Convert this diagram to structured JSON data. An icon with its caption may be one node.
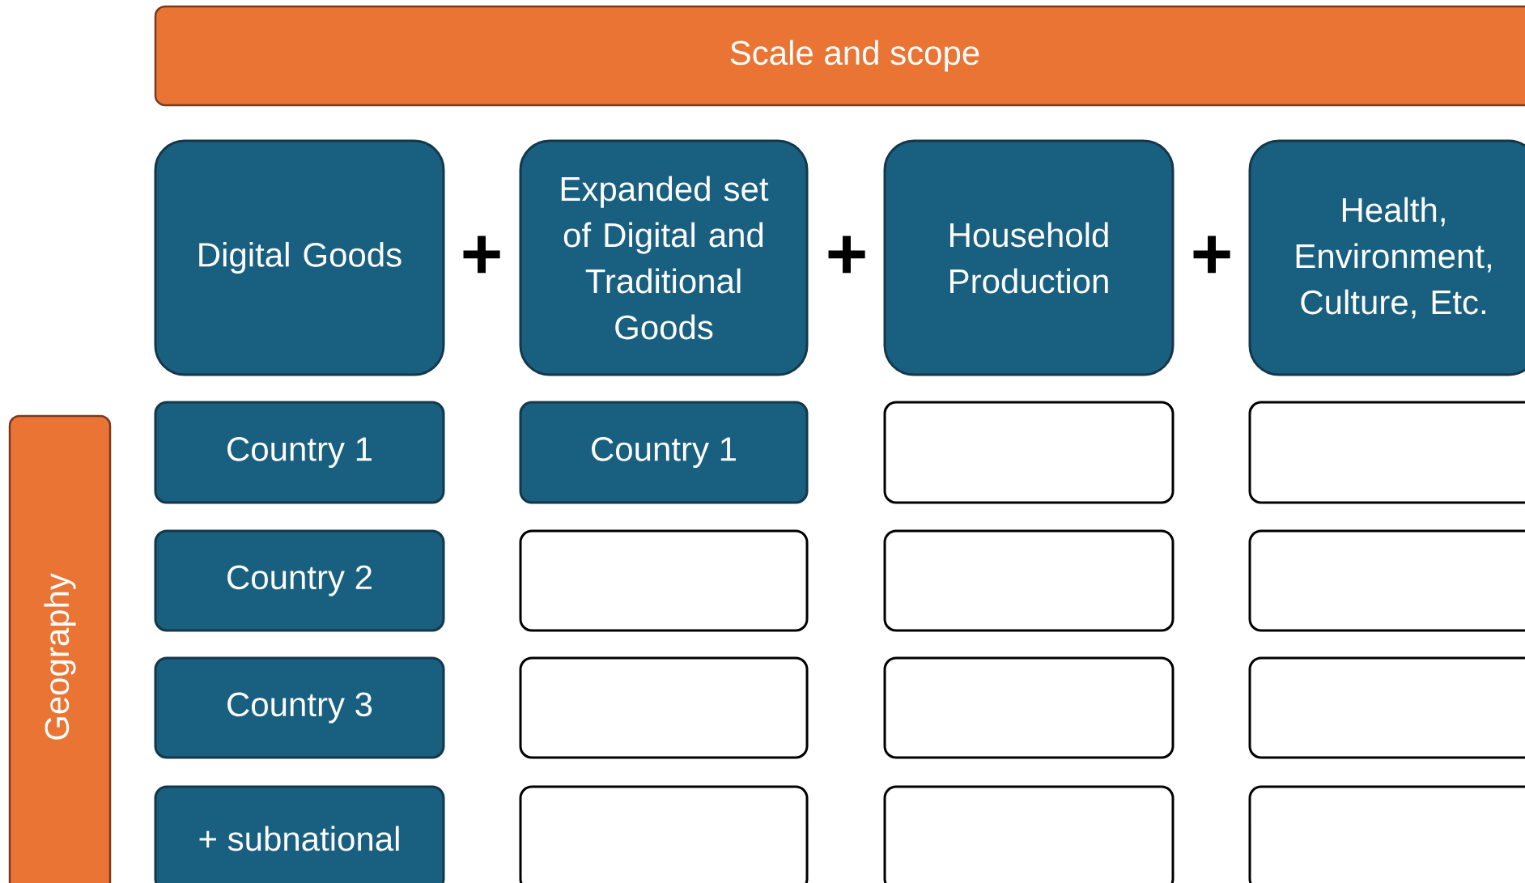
{
  "diagram": {
    "nodes": [
      {
        "text": [
          "Scale and scope"
        ]
      },
      {
        "text": [
          "Digital Goods"
        ]
      },
      {
        "text": [
          "Expanded set of Digital and Traditional Goods"
        ]
      },
      {
        "text": [
          "Household Production"
        ]
      },
      {
        "text": [
          "Health, Environment, Culture, Etc."
        ]
      },
      {
        "text": [
          "Geography"
        ]
      },
      {
        "text": [
          "Country 1"
        ]
      },
      {
        "text": [
          "Country 1"
        ]
      },
      {
        "text": [],
        "shape": "box"
      },
      {
        "text": [],
        "shape": "box"
      },
      {
        "text": [
          "Country 2"
        ]
      },
      {
        "text": [],
        "shape": "box"
      },
      {
        "text": [],
        "shape": "box"
      },
      {
        "text": [],
        "shape": "box"
      },
      {
        "text": [
          "Country 3"
        ]
      },
      {
        "text": [],
        "shape": "box"
      },
      {
        "text": [],
        "shape": "box"
      },
      {
        "text": [],
        "shape": "box"
      },
      {
        "text": [
          "+ subnational"
        ]
      },
      {
        "text": [],
        "shape": "box"
      },
      {
        "text": [],
        "shape": "box"
      },
      {
        "text": [],
        "shape": "box"
      }
    ],
    "labels": [
      "+",
      "+",
      "+"
    ]
  }
}
